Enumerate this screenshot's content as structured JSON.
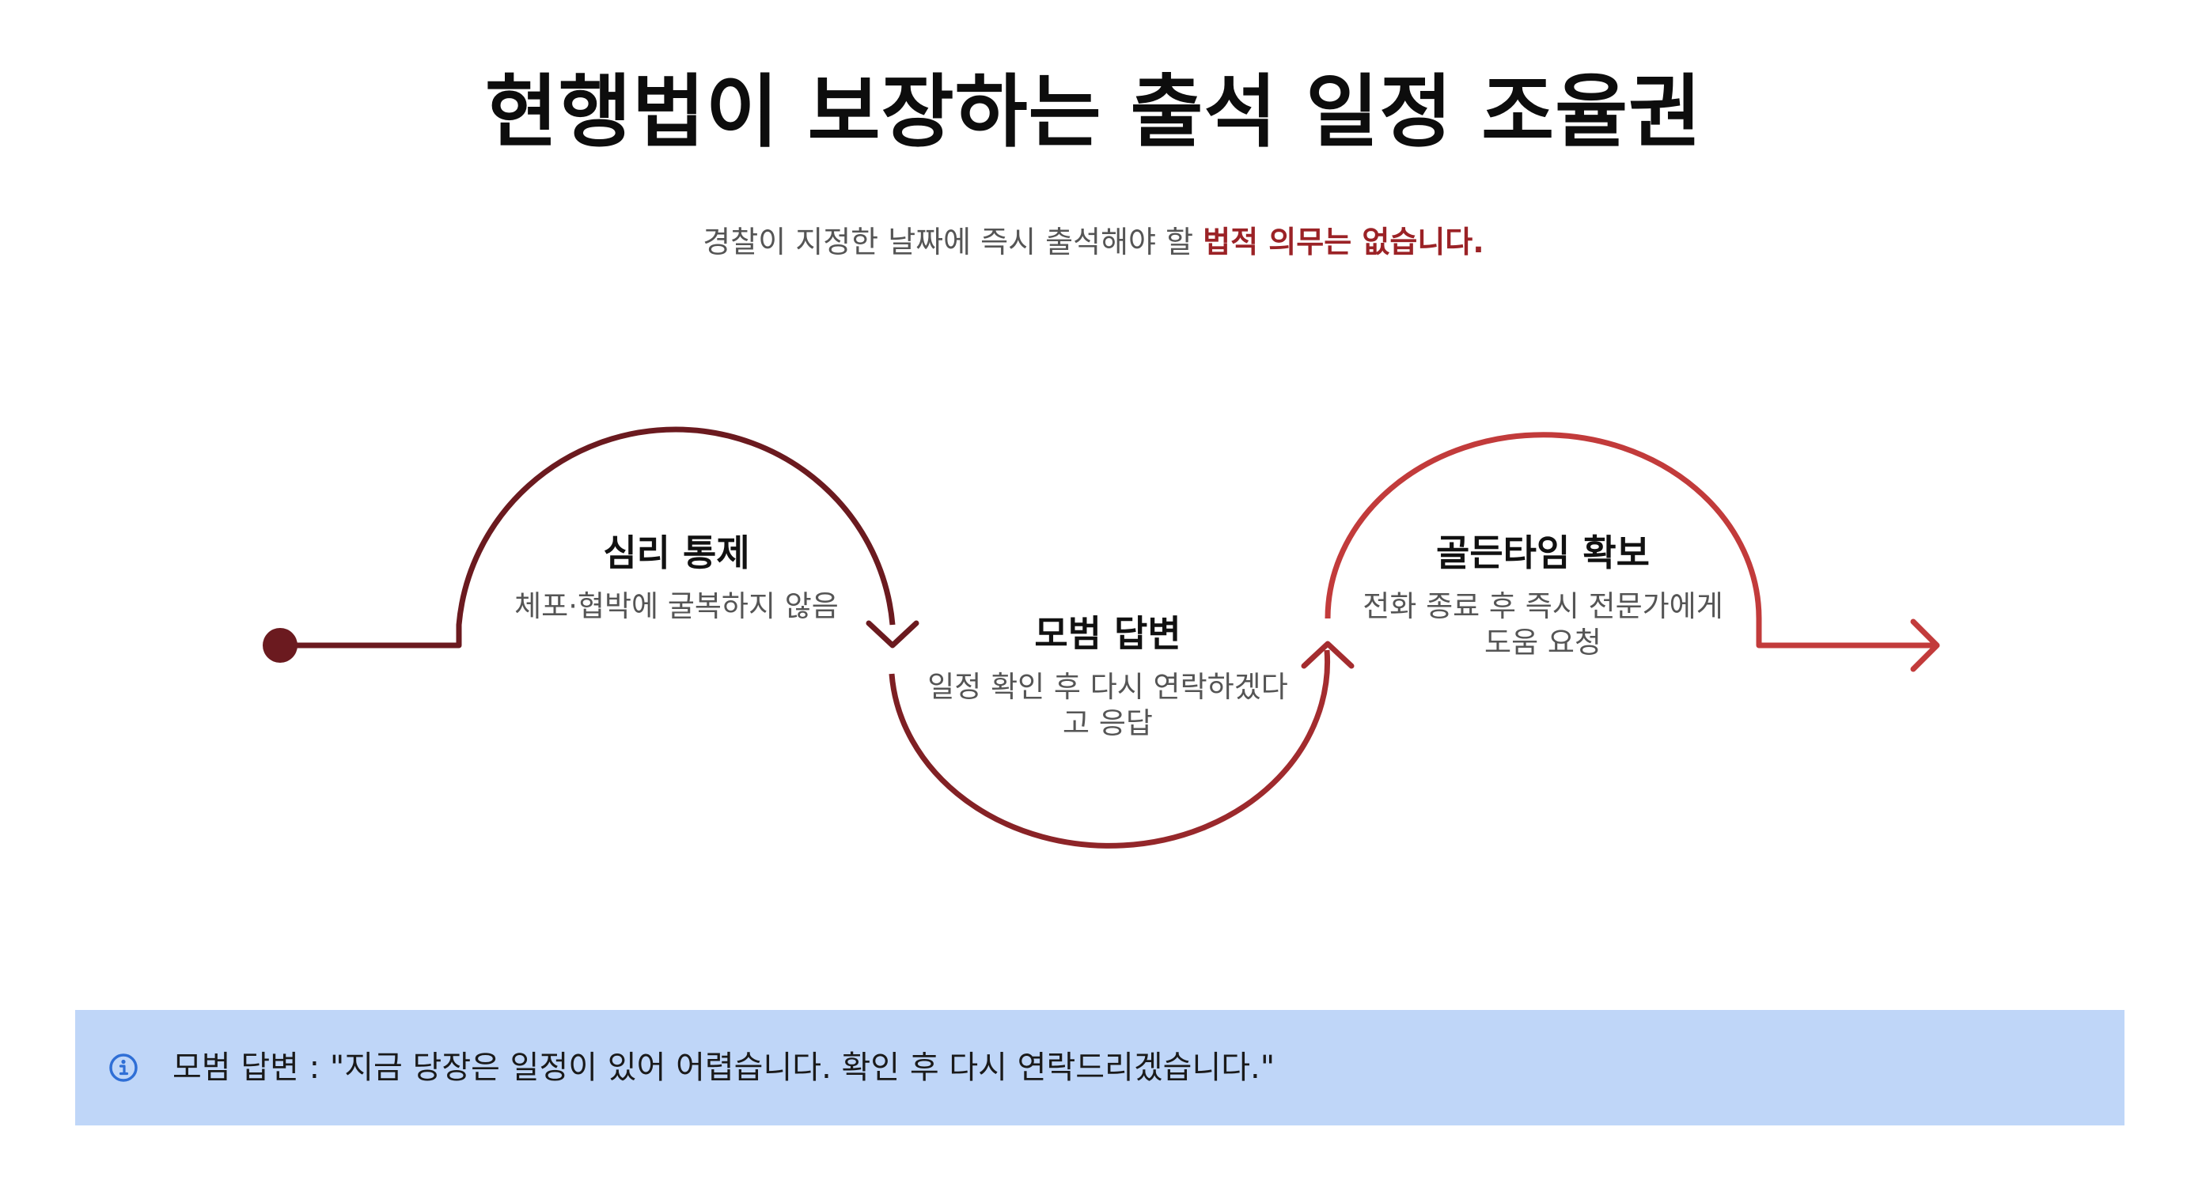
{
  "title": "현행법이 보장하는 출석 일정 조율권",
  "subtitle": {
    "text": "경찰이 지정한 날짜에 즉시 출석해야 할 ",
    "emphasis": "법적 의무는 없습니다."
  },
  "steps": [
    {
      "title": "심리 통제",
      "description": "체포·협박에 굴복하지 않음"
    },
    {
      "title": "모범 답변",
      "description": "일정 확인 후 다시 연락하겠다고 응답"
    },
    {
      "title": "골든타임 확보",
      "description": "전화 종료 후 즉시 전문가에게 도움 요청"
    }
  ],
  "colors": {
    "segment_1": "#6b1a1f",
    "segment_2": "#8f2528",
    "segment_3": "#c23b3b",
    "emphasis": "#9b2226",
    "callout_background": "#bfd6f8",
    "info_icon": "#2f6fd6"
  },
  "callout": {
    "icon": "info-circle-icon",
    "text": "모범 답변 : \"지금 당장은 일정이 있어 어렵습니다. 확인 후 다시 연락드리겠습니다.\""
  }
}
